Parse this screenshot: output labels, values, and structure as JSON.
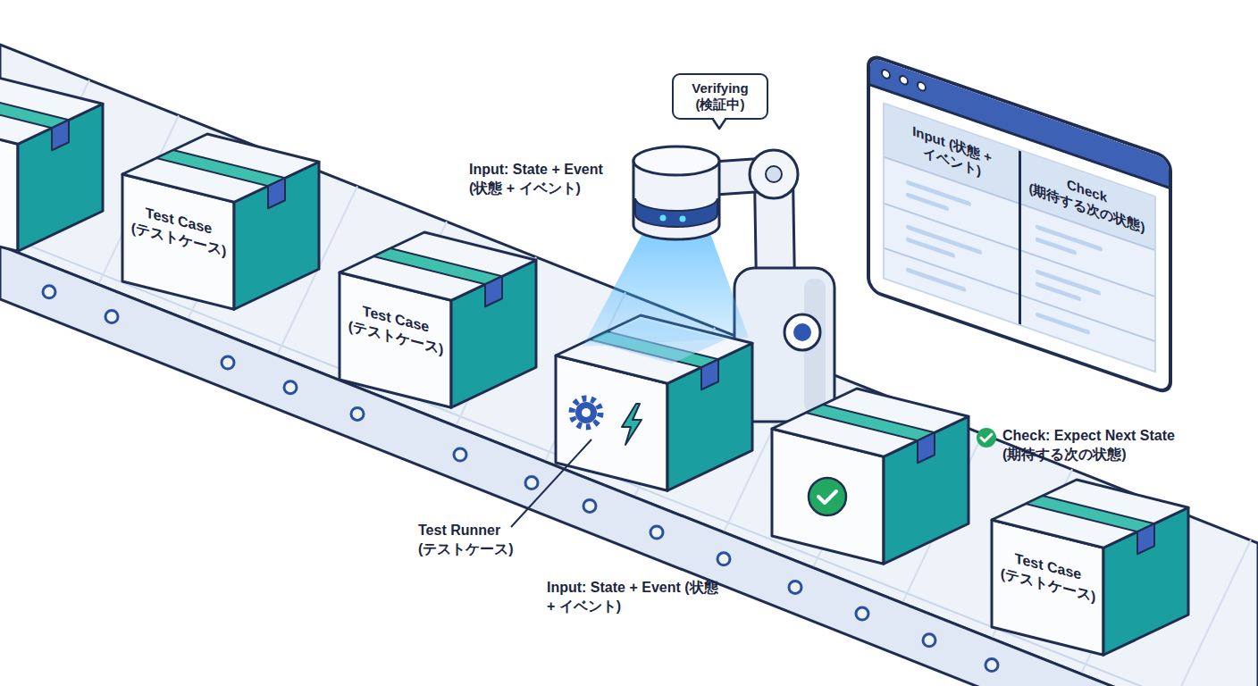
{
  "diagram": {
    "nodes": [
      {
        "text": [
          "Verifying (検証中)"
        ]
      },
      {
        "text": [
          "Input (状態 + イベント)",
          "Check (期待する次の状態)"
        ]
      },
      {
        "text": [
          "Test Case (テストケース)"
        ]
      },
      {
        "text": [
          "Test Case (テストケース)"
        ]
      },
      {
        "text": [
          "Test Case (テストケース)"
        ]
      }
    ],
    "labels": [
      "Input: State + Event (状態 + イベント)",
      "Check: Expect Next State (期待する次の状態)",
      "Test Runner (テストケース)",
      "Input: State + Event (状態 + イベント)"
    ]
  }
}
